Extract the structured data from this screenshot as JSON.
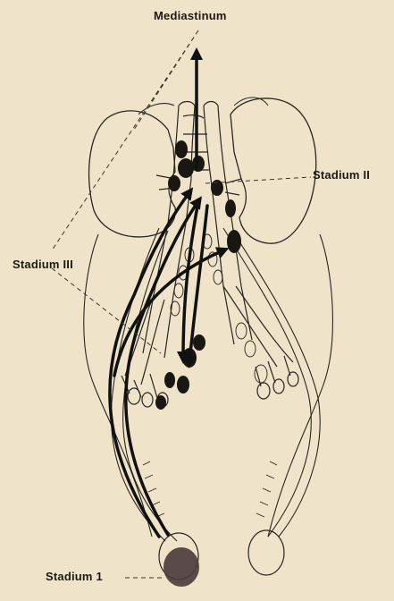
{
  "labels": {
    "mediastinum": "Mediastinum",
    "stadium_2": "Stadium II",
    "stadium_3": "Stadium III",
    "stadium_1": "Stadium 1"
  },
  "colors": {
    "paper": "#efe3c9",
    "ink": "#1c1a16",
    "node": "#1a1712",
    "tumor": "#4a3a3a"
  }
}
